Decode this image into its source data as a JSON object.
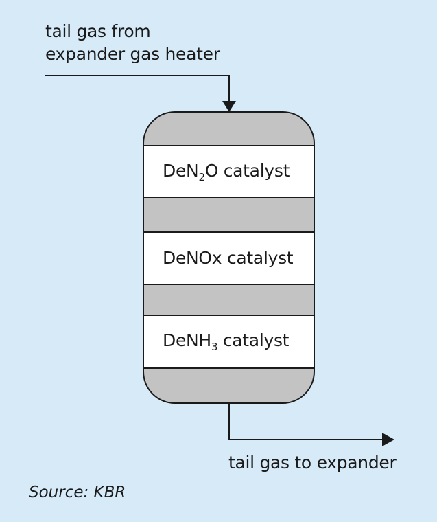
{
  "inlet": {
    "line1": "tail gas from",
    "line2": "expander gas heater"
  },
  "catalyst_beds": [
    {
      "prefix": "DeN",
      "sub": "2",
      "suffix": "O catalyst"
    },
    {
      "prefix": "DeNOx catalyst",
      "sub": "",
      "suffix": ""
    },
    {
      "prefix": "DeNH",
      "sub": "3",
      "suffix": " catalyst"
    }
  ],
  "outlet": {
    "label": "tail gas to expander"
  },
  "source": "Source: KBR",
  "colors": {
    "background": "#d7eaf8",
    "vessel_gray": "#c3c3c3",
    "catalyst_bed": "#ffffff",
    "line": "#1a1a1a"
  }
}
